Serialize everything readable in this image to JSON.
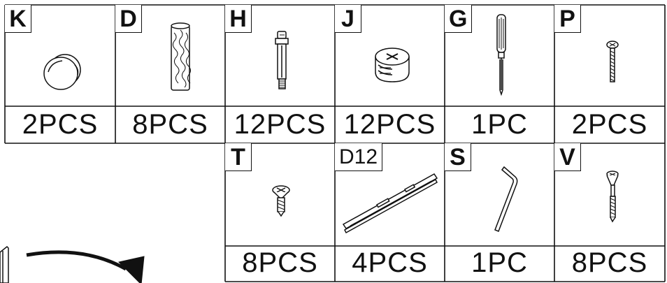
{
  "parts_row_1": [
    {
      "letter": "K",
      "quantity": "2PCS",
      "icon": "knob-icon"
    },
    {
      "letter": "D",
      "quantity": "8PCS",
      "icon": "wooden-dowel-icon"
    },
    {
      "letter": "H",
      "quantity": "12PCS",
      "icon": "cam-bolt-icon"
    },
    {
      "letter": "J",
      "quantity": "12PCS",
      "icon": "cam-lock-icon"
    },
    {
      "letter": "G",
      "quantity": "1PC",
      "icon": "screwdriver-icon"
    },
    {
      "letter": "P",
      "quantity": "2PCS",
      "icon": "knob-screw-icon"
    }
  ],
  "parts_row_2": [
    {
      "letter": "T",
      "quantity": "8PCS",
      "icon": "short-screw-icon"
    },
    {
      "letter": "D12",
      "quantity": "4PCS",
      "icon": "drawer-slide-icon"
    },
    {
      "letter": "S",
      "quantity": "1PC",
      "icon": "allen-key-icon"
    },
    {
      "letter": "V",
      "quantity": "8PCS",
      "icon": "long-screw-icon"
    }
  ],
  "colors": {
    "line": "#111111",
    "background": "#ffffff"
  },
  "decorations": [
    "panel-corner-icon",
    "curved-arrow-icon"
  ]
}
